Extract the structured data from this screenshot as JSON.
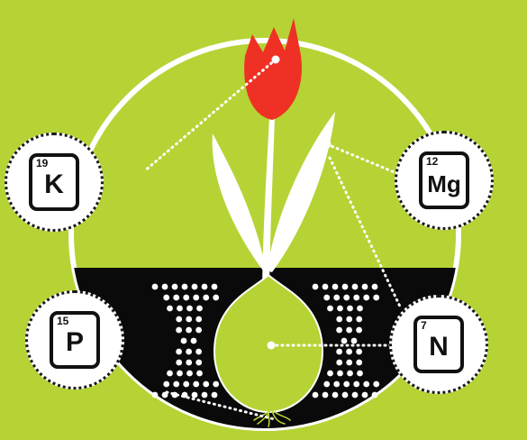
{
  "colors": {
    "background": "#b5d334",
    "soil": "#0a0a0a",
    "petal": "#ee3124",
    "plant": "#ffffff",
    "outline": "#1a1a1a"
  },
  "elements": {
    "potassium": {
      "symbol": "K",
      "number": "19"
    },
    "magnesium": {
      "symbol": "Mg",
      "number": "12"
    },
    "phosphorus": {
      "symbol": "P",
      "number": "15"
    },
    "nitrogen": {
      "symbol": "N",
      "number": "7"
    }
  }
}
